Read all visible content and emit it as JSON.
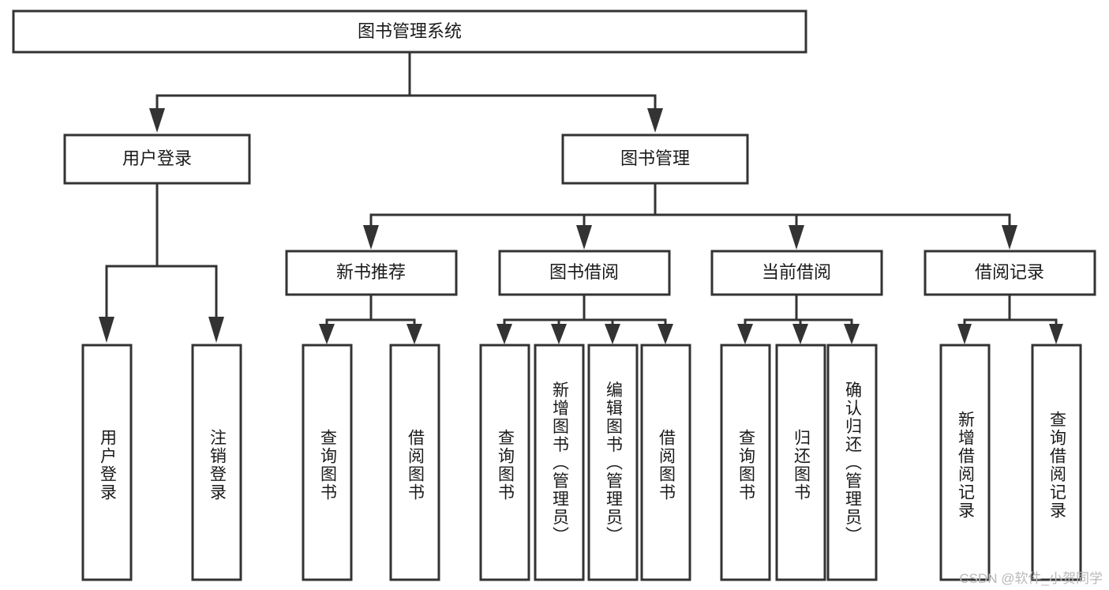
{
  "diagram": {
    "type": "tree-hierarchy",
    "title": "图书管理系统",
    "watermark": "CSDN @软件_小贺同学",
    "colors": {
      "box_stroke": "#333333",
      "box_fill": "#ffffff",
      "text": "#1a1a1a",
      "connector": "#333333",
      "background": "#ffffff",
      "watermark": "#b9b9b9"
    },
    "root": {
      "label": "图书管理系统"
    },
    "level2": [
      {
        "label": "用户登录"
      },
      {
        "label": "图书管理"
      }
    ],
    "level3": [
      {
        "label": "新书推荐"
      },
      {
        "label": "图书借阅"
      },
      {
        "label": "当前借阅"
      },
      {
        "label": "借阅记录"
      }
    ],
    "leaves": {
      "user_login": [
        {
          "label": "用户登录"
        },
        {
          "label": "注销登录"
        }
      ],
      "new_book_recommend": [
        {
          "label": "查询图书"
        },
        {
          "label": "借阅图书"
        }
      ],
      "book_borrow": [
        {
          "label": "查询图书"
        },
        {
          "label": "新增图书（管理员）"
        },
        {
          "label": "编辑图书（管理员）"
        },
        {
          "label": "借阅图书"
        }
      ],
      "current_borrow": [
        {
          "label": "查询图书"
        },
        {
          "label": "归还图书"
        },
        {
          "label": "确认归还（管理员）"
        }
      ],
      "borrow_record": [
        {
          "label": "新增借阅记录"
        },
        {
          "label": "查询借阅记录"
        }
      ]
    }
  }
}
